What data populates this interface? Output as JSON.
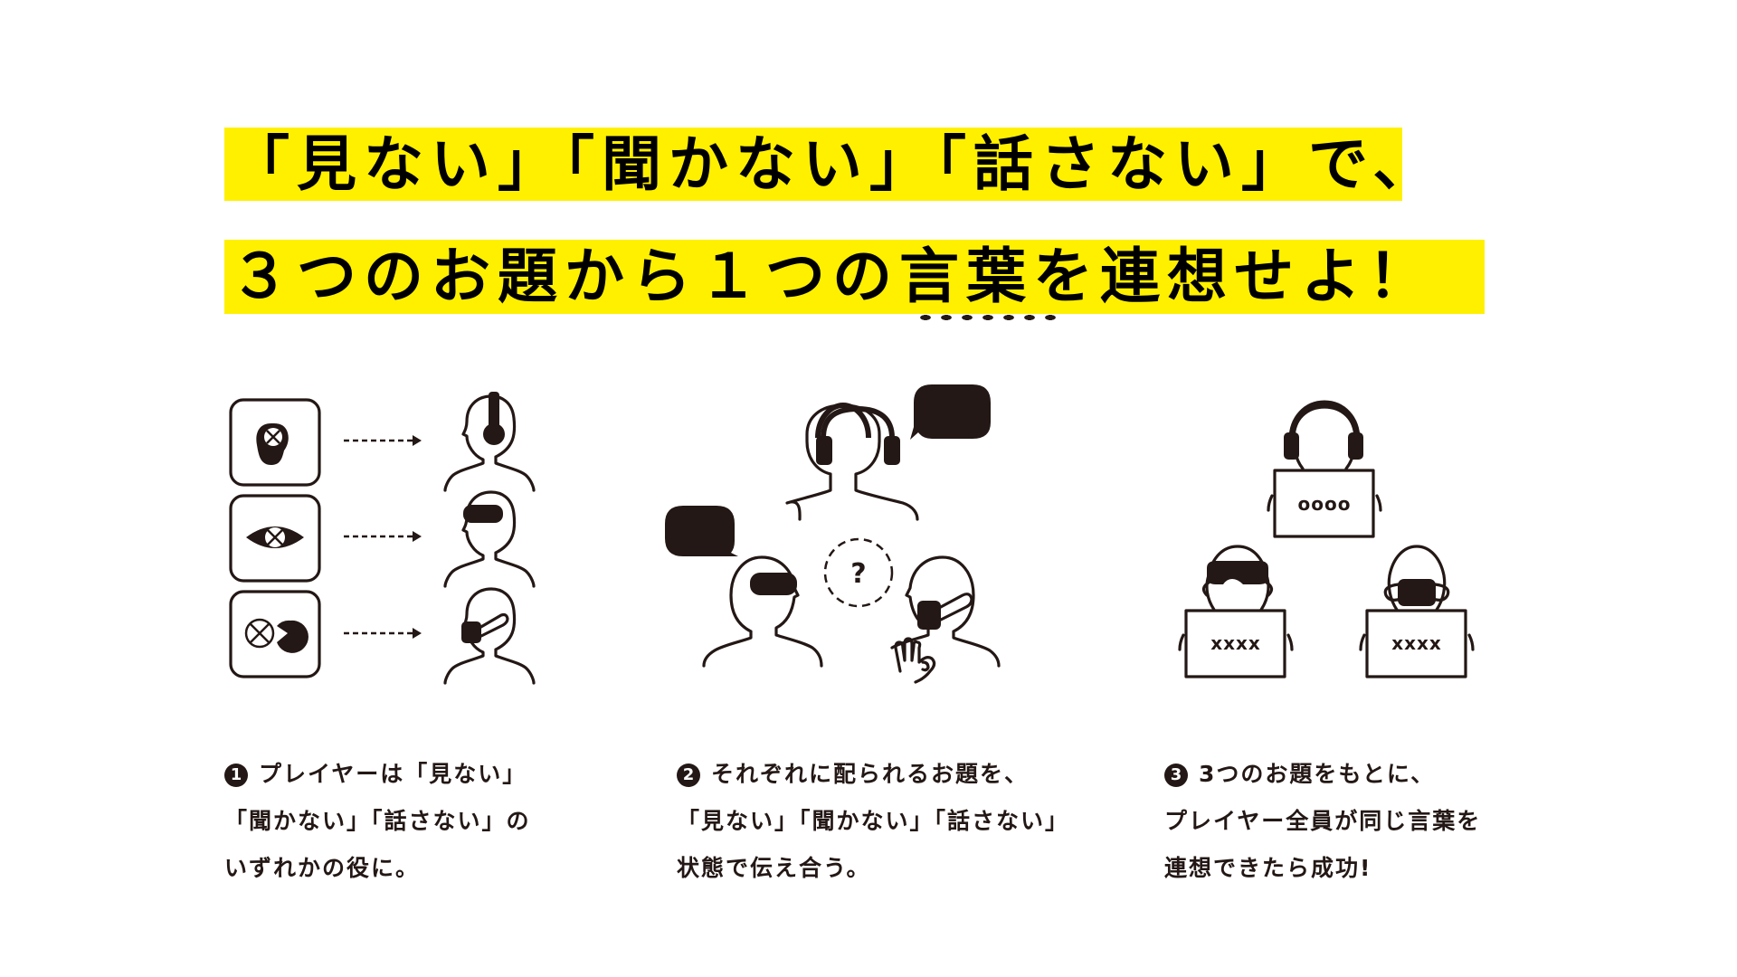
{
  "headline": {
    "line1": "「見ない」「聞かない」「話さない」で、",
    "line2": "３つのお題から１つの言葉を連想せよ！",
    "highlight_color": "#FFF000",
    "emphasized_word": "言葉"
  },
  "illustrations": {
    "step1": {
      "roles": [
        {
          "icon": "ear-crossed-icon",
          "result": "headphones-person"
        },
        {
          "icon": "eye-crossed-icon",
          "result": "blindfold-person"
        },
        {
          "icon": "mouth-crossed-icon",
          "result": "mask-person"
        }
      ]
    },
    "step2": {
      "center_symbol": "?"
    },
    "step3": {
      "top_board": "oooo",
      "left_board": "xxxx",
      "right_board": "xxxx"
    }
  },
  "steps": [
    {
      "number": "1",
      "lines": [
        "プレイヤーは「見ない」",
        "「聞かない」「話さない」の",
        "いずれかの役に。"
      ]
    },
    {
      "number": "2",
      "lines": [
        "それぞれに配られるお題を、",
        "「見ない」「聞かない」「話さない」",
        "状態で伝え合う。"
      ]
    },
    {
      "number": "3",
      "lines": [
        "3つのお題をもとに、",
        "プレイヤー全員が同じ言葉を",
        "連想できたら成功!"
      ]
    }
  ]
}
